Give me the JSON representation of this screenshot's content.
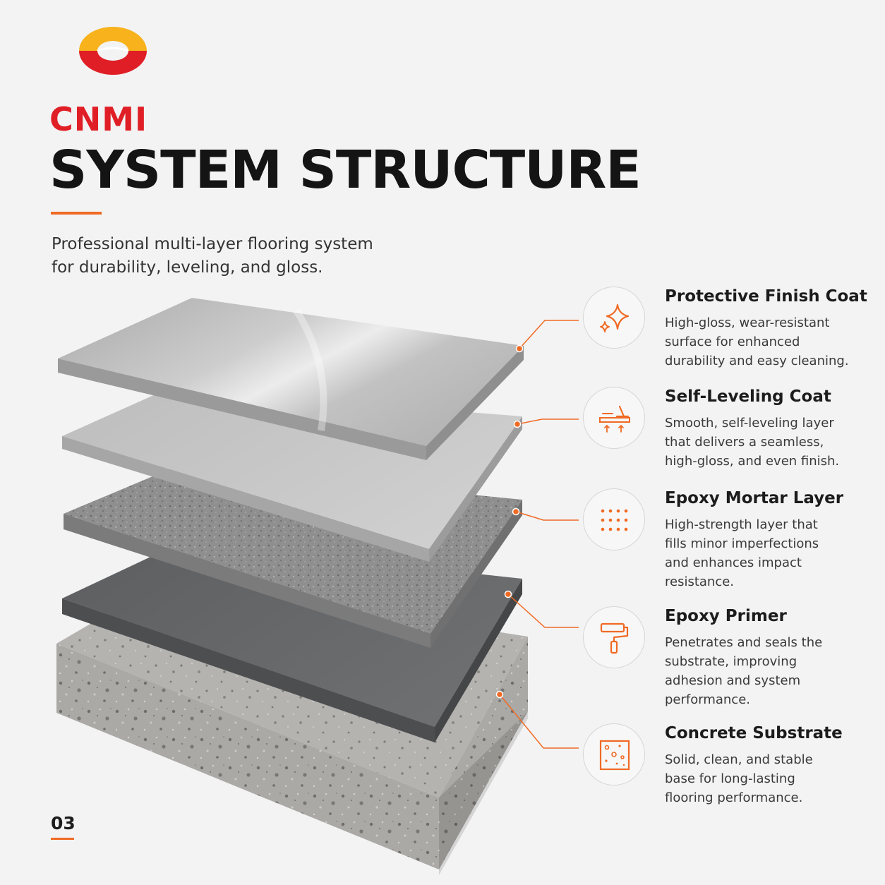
{
  "brand": {
    "name": "CNMI",
    "colors": {
      "red": "#e01e26",
      "yellow": "#f7b21c",
      "accent": "#f06a24"
    }
  },
  "title": "SYSTEM STRUCTURE",
  "subtitle_lines": [
    "Professional multi-layer flooring system",
    "for durability, leveling, and gloss."
  ],
  "layers": [
    {
      "title": "Protective Finish Coat",
      "icon": "sparkle-icon",
      "description_lines": [
        "High-gloss, wear-resistant",
        "surface for enhanced",
        "durability and easy cleaning."
      ]
    },
    {
      "title": "Self-Leveling Coat",
      "icon": "leveling-trowel-icon",
      "description_lines": [
        "Smooth, self-leveling layer",
        "that delivers a seamless,",
        "high-gloss, and even finish."
      ]
    },
    {
      "title": "Epoxy Mortar Layer",
      "icon": "dots-grid-icon",
      "description_lines": [
        "High-strength layer that",
        "fills minor imperfections",
        "and enhances impact",
        "resistance."
      ]
    },
    {
      "title": "Epoxy Primer",
      "icon": "paint-roller-icon",
      "description_lines": [
        "Penetrates and seals the",
        "substrate, improving",
        "adhesion and system",
        "performance."
      ]
    },
    {
      "title": "Concrete Substrate",
      "icon": "concrete-texture-icon",
      "description_lines": [
        "Solid, clean, and stable",
        "base for long-lasting",
        "flooring performance."
      ]
    }
  ],
  "page_number": "03"
}
